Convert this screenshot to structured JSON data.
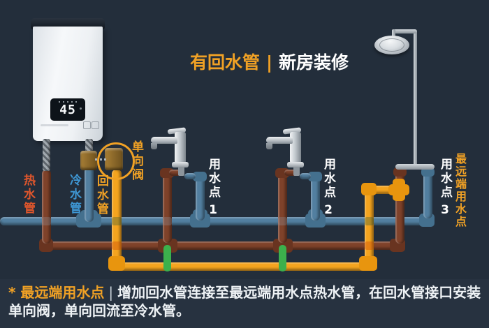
{
  "title": {
    "highlight": "有回水管",
    "divider": "|",
    "rest": "新房装修"
  },
  "heater": {
    "temp": "45"
  },
  "pipe_labels": {
    "hot": "热水管",
    "cold": "冷水管",
    "return": "回水管",
    "valve": "单向阀",
    "farthest": "最远端用水点"
  },
  "water_points": [
    {
      "label": "用水点",
      "num": "1"
    },
    {
      "label": "用水点",
      "num": "2"
    },
    {
      "label": "用水点",
      "num": "3"
    }
  ],
  "caption": {
    "highlight": "* 最远端用水点",
    "divider": "|",
    "text": "增加回水管连接至最远端用水点热水管，在回水管接口安装单向阀，单向回流至冷水管。"
  },
  "colors": {
    "background": "#232e3b",
    "caption_background": "#273240",
    "accent_amber": "#f0a125",
    "hot_pipe": "#7f422a",
    "cold_pipe": "#527fa0",
    "return_pipe": "#f4a41f",
    "green_connector": "#3cb04c",
    "hot_label": "#e0562c",
    "cold_label": "#3e97d4",
    "white_text": "#ffffff"
  }
}
